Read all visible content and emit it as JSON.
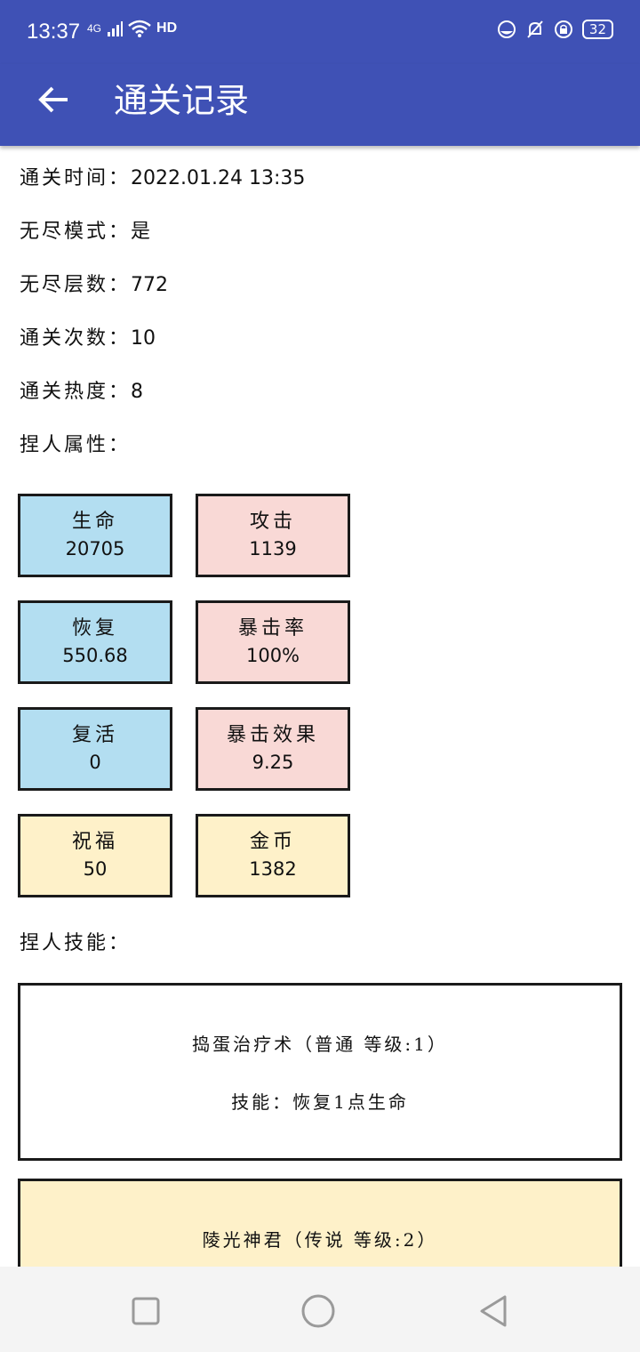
{
  "status_bar": {
    "time": "13:37",
    "network": "4G",
    "hd": "HD",
    "battery": "32",
    "icons": [
      "signal-icon",
      "wifi-icon",
      "hd-icon",
      "dnd-icon",
      "mute-icon",
      "lock-rotation-icon",
      "battery-icon"
    ]
  },
  "app_bar": {
    "title": "通关记录",
    "back_icon": "arrow-left-icon"
  },
  "info": {
    "clear_time": {
      "label": "通关时间",
      "sep": "：",
      "value": "2022.01.24 13:35"
    },
    "endless_mode": {
      "label": "无尽模式",
      "sep": "：",
      "value": "是"
    },
    "endless_floors": {
      "label": "无尽层数",
      "sep": "：",
      "value": "772"
    },
    "clear_count": {
      "label": "通关次数",
      "sep": "：",
      "value": "10"
    },
    "clear_heat": {
      "label": "通关热度",
      "sep": "：",
      "value": "8"
    },
    "attr_heading": {
      "label": "捏人属性",
      "sep": "："
    }
  },
  "attributes": [
    {
      "label": "生命",
      "value": "20705",
      "color": "#b3def1"
    },
    {
      "label": "攻击",
      "value": "1139",
      "color": "#f9d9d6"
    },
    {
      "label": "恢复",
      "value": "550.68",
      "color": "#b3def1"
    },
    {
      "label": "暴击率",
      "value": "100%",
      "color": "#f9d9d6"
    },
    {
      "label": "复活",
      "value": "0",
      "color": "#b3def1"
    },
    {
      "label": "暴击效果",
      "value": "9.25",
      "color": "#f9d9d6"
    },
    {
      "label": "祝福",
      "value": "50",
      "color": "#fef1c9"
    },
    {
      "label": "金币",
      "value": "1382",
      "color": "#fef1c9"
    }
  ],
  "skills_heading": {
    "label": "捏人技能",
    "sep": "："
  },
  "skills": [
    {
      "title": "捣蛋治疗术（普通 等级:1）",
      "desc": "技能：恢复1点生命",
      "color": "#ffffff"
    },
    {
      "title": "陵光神君（传说 等级:2）",
      "desc": "",
      "color": "#fef1c9"
    }
  ],
  "nav_bar": {
    "icons": [
      "recents-square-icon",
      "home-circle-icon",
      "back-triangle-icon"
    ]
  }
}
